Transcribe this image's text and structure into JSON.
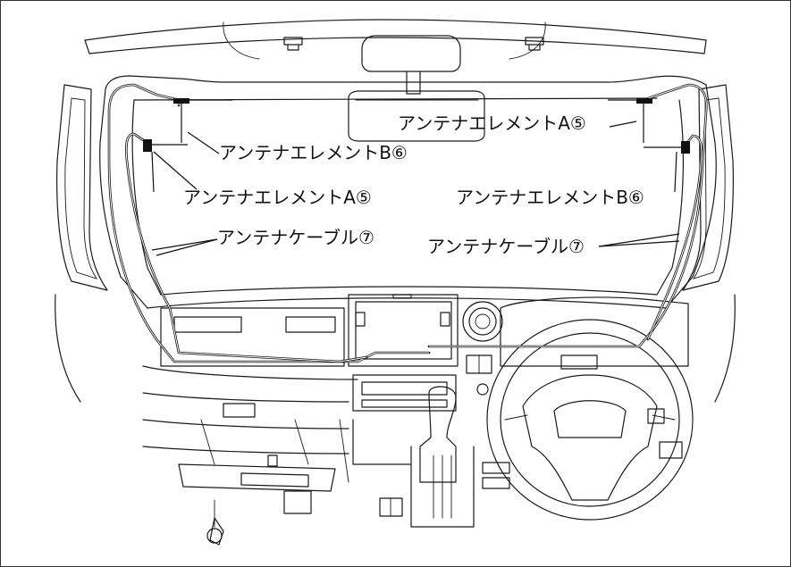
{
  "labels": {
    "element_a_top_right": "アンテナエレメントA⑤",
    "element_b_top_left": "アンテナエレメントB⑥",
    "element_a_left": "アンテナエレメントA⑤",
    "element_b_right": "アンテナエレメントB⑥",
    "cable_left": "アンテナケーブル⑦",
    "cable_right": "アンテナケーブル⑦"
  },
  "colors": {
    "line": "#1a1a1a",
    "cable": "#111111",
    "background": "#ffffff"
  }
}
